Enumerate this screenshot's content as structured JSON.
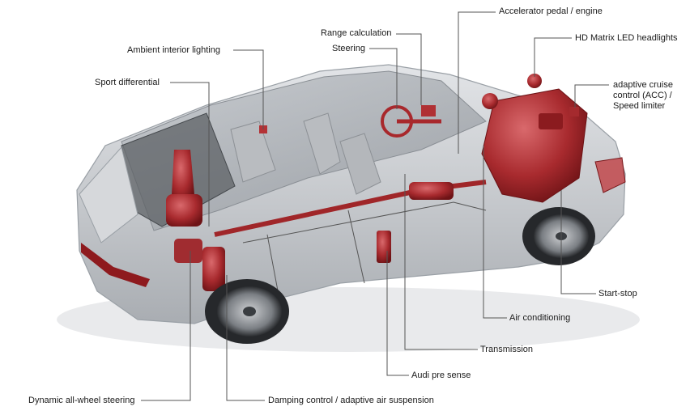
{
  "labels": {
    "accelerator": "Accelerator pedal / engine",
    "range": "Range calculation",
    "headlights": "HD Matrix LED headlights",
    "steering": "Steering",
    "ambient": "Ambient interior lighting",
    "acc_line1": "adaptive cruise",
    "acc_line2": "control (ACC) /",
    "acc_line3": "Speed limiter",
    "sport_diff": "Sport differential",
    "start_stop": "Start-stop",
    "air_cond": "Air conditioning",
    "transmission": "Transmission",
    "pre_sense": "Audi pre sense",
    "awd_steering": "Dynamic all-wheel steering",
    "damping": "Damping control / adaptive air suspension"
  },
  "colors": {
    "component_red": "#b0282c",
    "body_silver": "#c9cbce",
    "leader": "#555555"
  }
}
